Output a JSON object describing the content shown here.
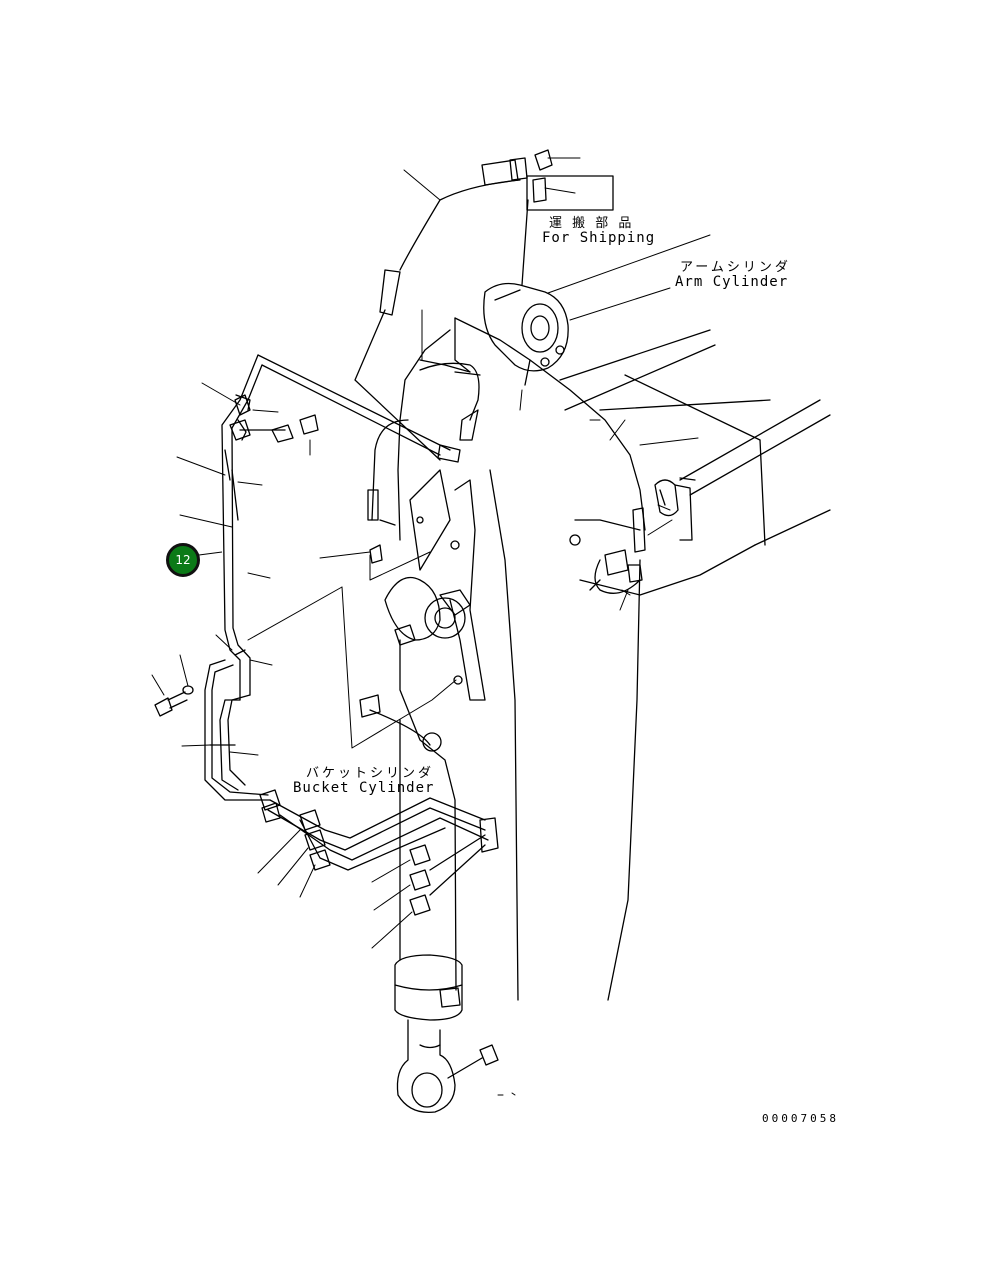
{
  "labels": {
    "shipping_jp": "運 搬 部 品",
    "shipping_en": "For Shipping",
    "arm_cylinder_jp": "アームシリンダ",
    "arm_cylinder_en": "Arm Cylinder",
    "bucket_cylinder_jp": "バケットシリンダ",
    "bucket_cylinder_en": "Bucket Cylinder",
    "drawing_number": "00007058"
  },
  "callout": {
    "number": "12",
    "color": "#0b7a17"
  }
}
